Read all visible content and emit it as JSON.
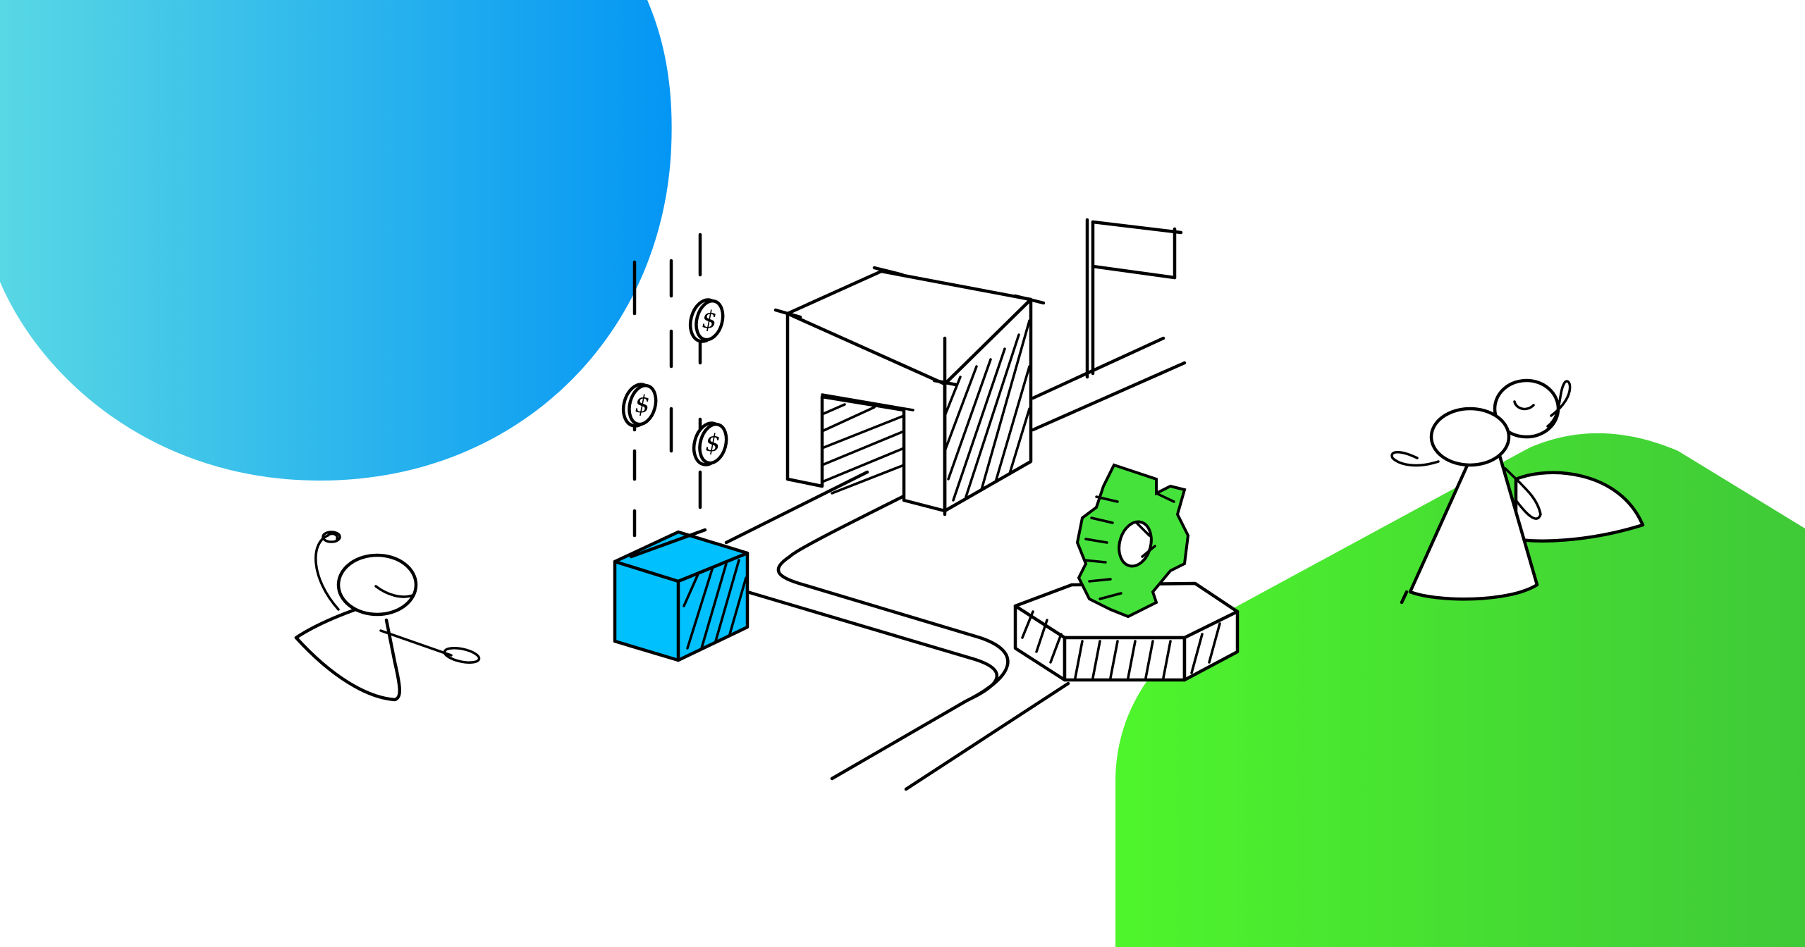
{
  "scene": {
    "description": "Isometric sketch illustration: falling coins into a blue box, warehouse with flag, road leading to a green gear on a hexagonal platform, people on a green hill",
    "colors": {
      "blue_gradient_start": "#5ad9e4",
      "blue_gradient_end": "#0496f4",
      "green_gradient_start": "#4ef52c",
      "green_gradient_end": "#3fc938",
      "box_blue": "#00c0fd",
      "gear_green": "#45e23b",
      "ink": "#000000",
      "background": "#ffffff"
    },
    "elements": [
      "blue-circle-blob",
      "green-hill",
      "falling-coins",
      "blue-box",
      "warehouse",
      "flag",
      "road",
      "gear-on-platform",
      "waving-person-left",
      "people-on-hill"
    ]
  }
}
